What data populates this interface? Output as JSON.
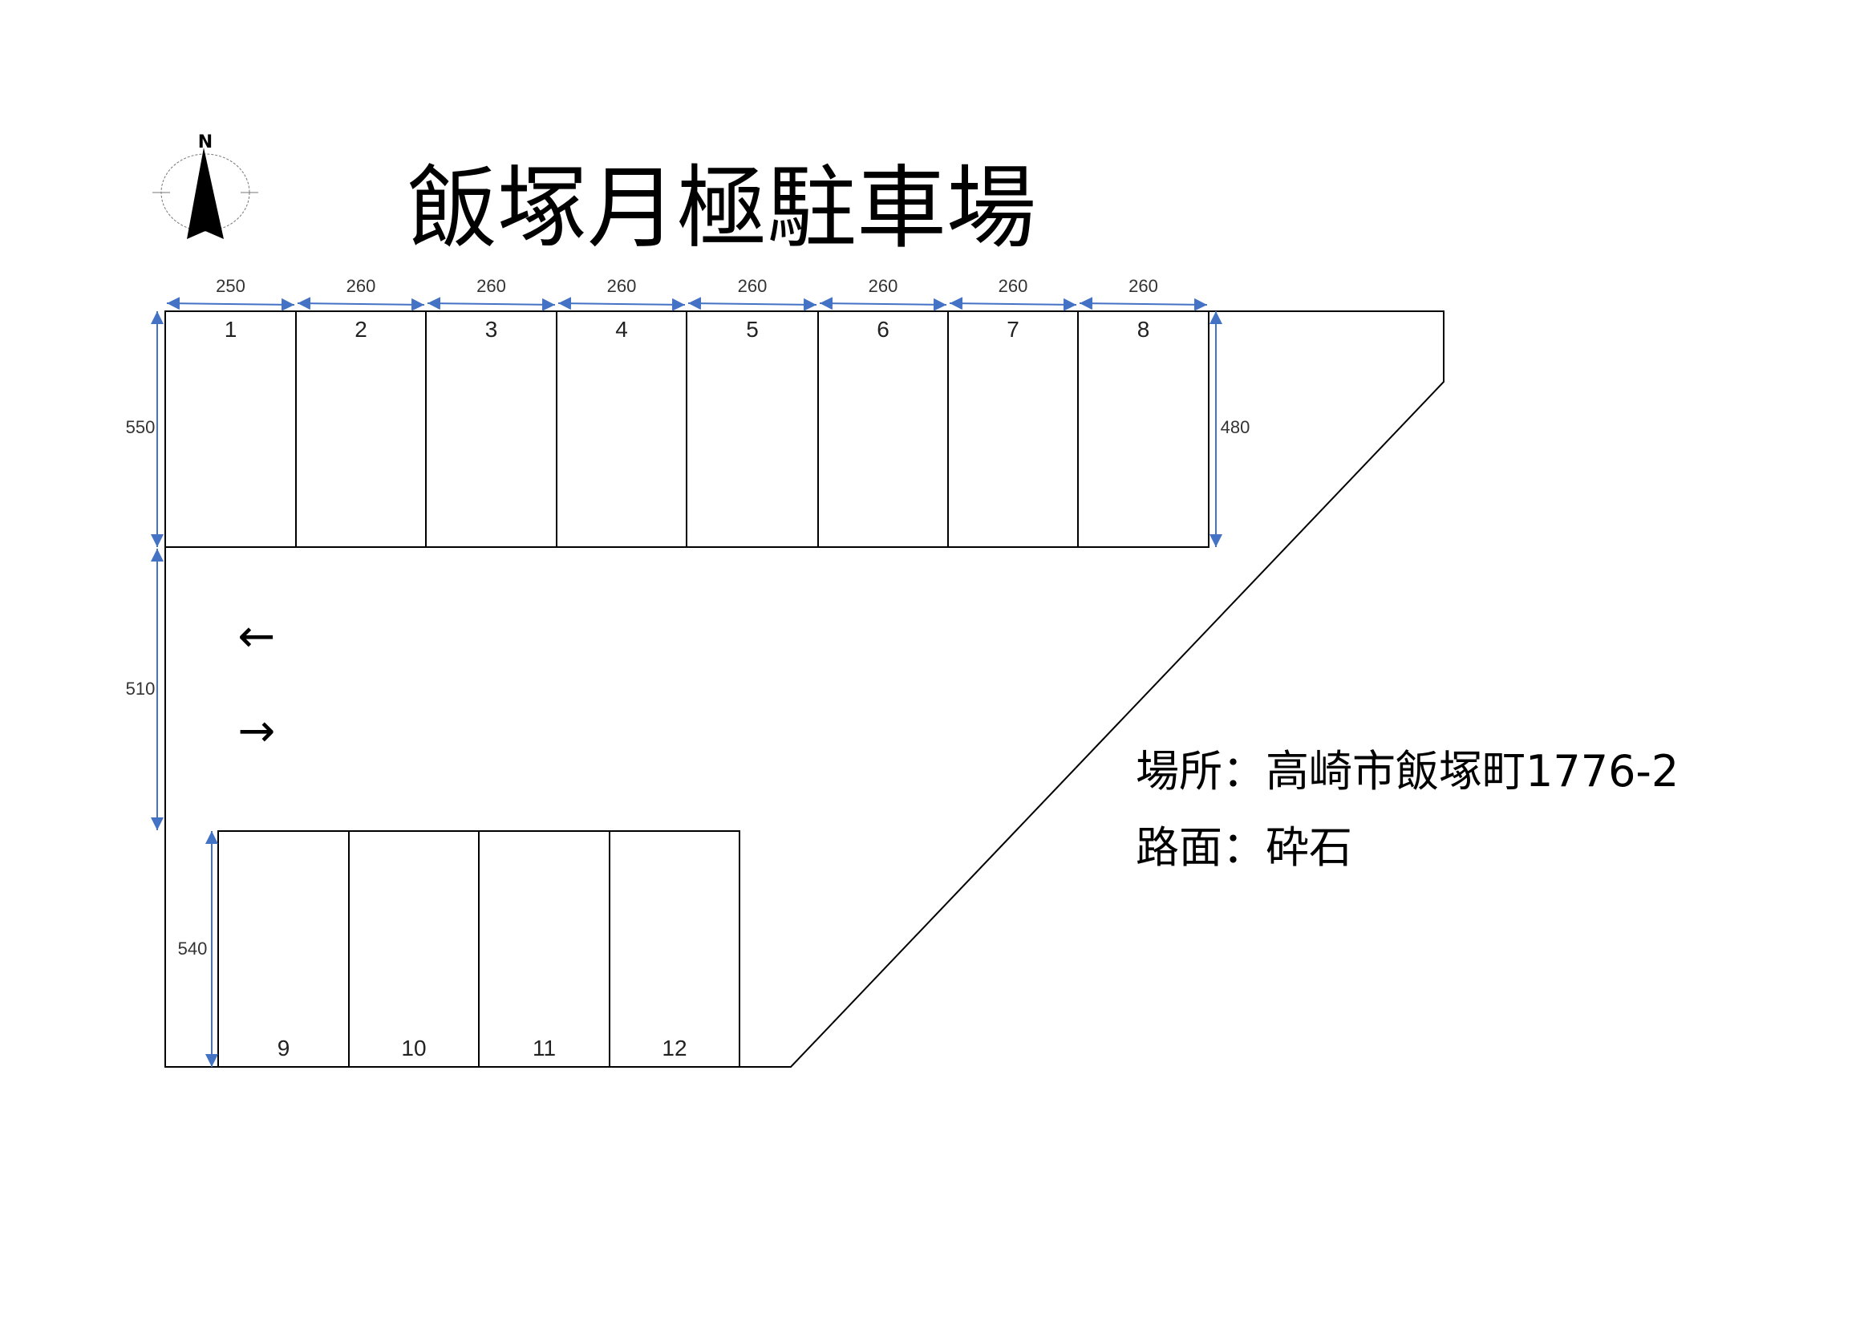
{
  "title": "飯塚月極駐車場",
  "compass": {
    "label": "N"
  },
  "info": {
    "location": "場所：高崎市飯塚町1776-2",
    "surface": "路面：砕石"
  },
  "top_spaces": [
    "1",
    "2",
    "3",
    "4",
    "5",
    "6",
    "7",
    "8"
  ],
  "bottom_spaces": [
    "9",
    "10",
    "11",
    "12"
  ],
  "top_widths": [
    "250",
    "260",
    "260",
    "260",
    "260",
    "260",
    "260",
    "260"
  ],
  "dimensions": {
    "top_depth_left": "550",
    "top_depth_right": "480",
    "aisle": "510",
    "bottom_depth": "540"
  },
  "traffic_arrows": {
    "left": "←",
    "right": "→"
  },
  "colors": {
    "dimension": "#4472C4",
    "line": "#000000"
  }
}
